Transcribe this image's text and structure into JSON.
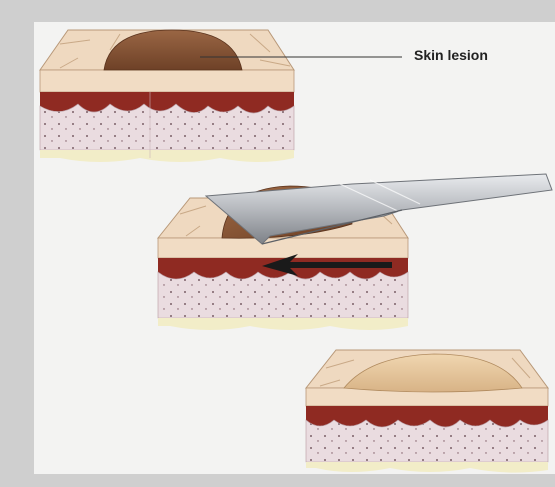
{
  "figure": {
    "callout_label": "Skin lesion",
    "colors": {
      "skin_top": "#efd9c0",
      "skin_shade": "#e3c6a6",
      "dermis_red": "#8f2a22",
      "dermis_dark": "#6d1c16",
      "tissue_pink": "#eadce0",
      "fat_yellow": "#f2edc8",
      "lesion_brown": "#8a5a3c",
      "lesion_light": "#d6b68c",
      "blade_steel": "#b9bcc1"
    },
    "stages": [
      {
        "name": "lesion-present"
      },
      {
        "name": "shave-excision"
      },
      {
        "name": "after-removal"
      }
    ]
  }
}
